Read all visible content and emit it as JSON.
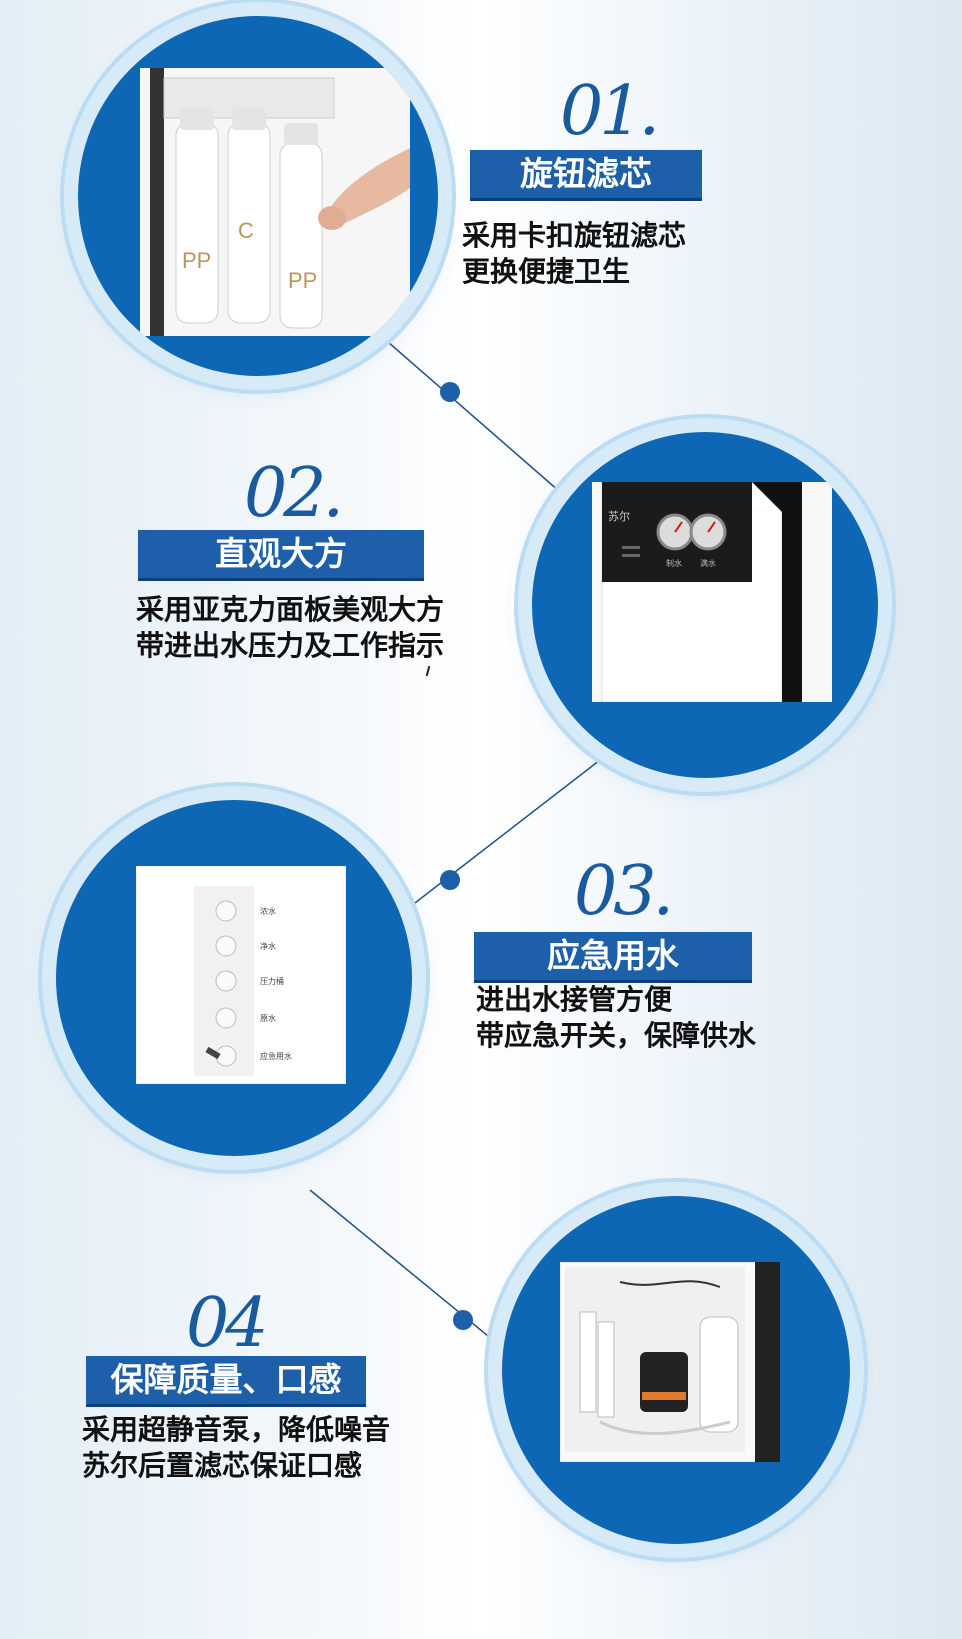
{
  "features": [
    {
      "number": "01.",
      "title": "旋钮滤芯",
      "lines": [
        "采用卡扣旋钮滤芯",
        "更换便捷卫生"
      ]
    },
    {
      "number": "02.",
      "title": "直观大方",
      "lines": [
        "采用亚克力面板美观大方",
        "带进出水压力及工作指示"
      ]
    },
    {
      "number": "03.",
      "title": "应急用水",
      "lines": [
        "进出水接管方便",
        "带应急开关，保障供水"
      ]
    },
    {
      "number": "04",
      "title": "保障质量、口感",
      "lines": [
        "采用超静音泵，降低噪音",
        "苏尔后置滤芯保证口感"
      ]
    }
  ],
  "photos": {
    "filters": {
      "labels": [
        "PP",
        "C",
        "PP"
      ]
    },
    "panel": {
      "brand": "苏尔",
      "gauge_labels": [
        "制水",
        "满水"
      ]
    },
    "switches": {
      "labels": [
        "浓水",
        "净水",
        "压力桶",
        "原水",
        "应急用水"
      ]
    }
  },
  "colors": {
    "accent": "#0d67b5",
    "title_bg": "#1d5fa9",
    "number": "#1a5a9f"
  }
}
